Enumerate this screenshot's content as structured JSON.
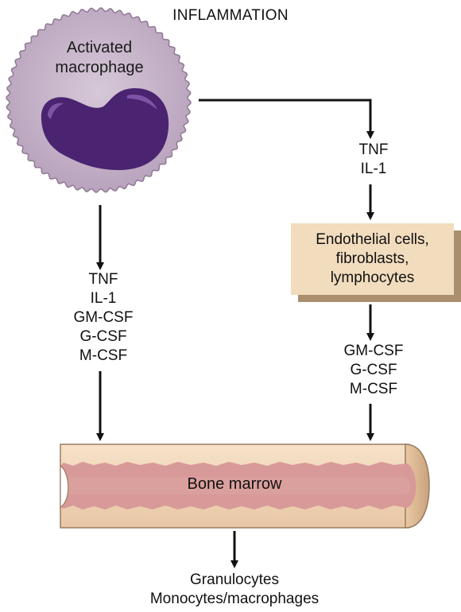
{
  "title": "INFLAMMATION",
  "macrophage": {
    "label_lines": [
      "Activated",
      "macrophage"
    ]
  },
  "left_branch": {
    "factors": [
      "TNF",
      "IL-1",
      "GM-CSF",
      "G-CSF",
      "M-CSF"
    ]
  },
  "right_branch": {
    "factors_top": [
      "TNF",
      "IL-1"
    ],
    "box_lines": [
      "Endothelial cells,",
      "fibroblasts,",
      "lymphocytes"
    ],
    "factors_bottom": [
      "GM-CSF",
      "G-CSF",
      "M-CSF"
    ]
  },
  "bone": {
    "label": "Bone marrow"
  },
  "outputs": [
    "Granulocytes",
    "Monocytes/macrophages"
  ],
  "colors": {
    "cell_body": "#c9b6cc",
    "cell_edge": "#8f7994",
    "nucleus": "#4a2470",
    "box_fill": "#f2dcbe",
    "box_shadow": "#a98f6e",
    "bone_outer": "#f3d9bd",
    "bone_marrow": "#d89a98",
    "bone_edge": "#9a7b60"
  }
}
